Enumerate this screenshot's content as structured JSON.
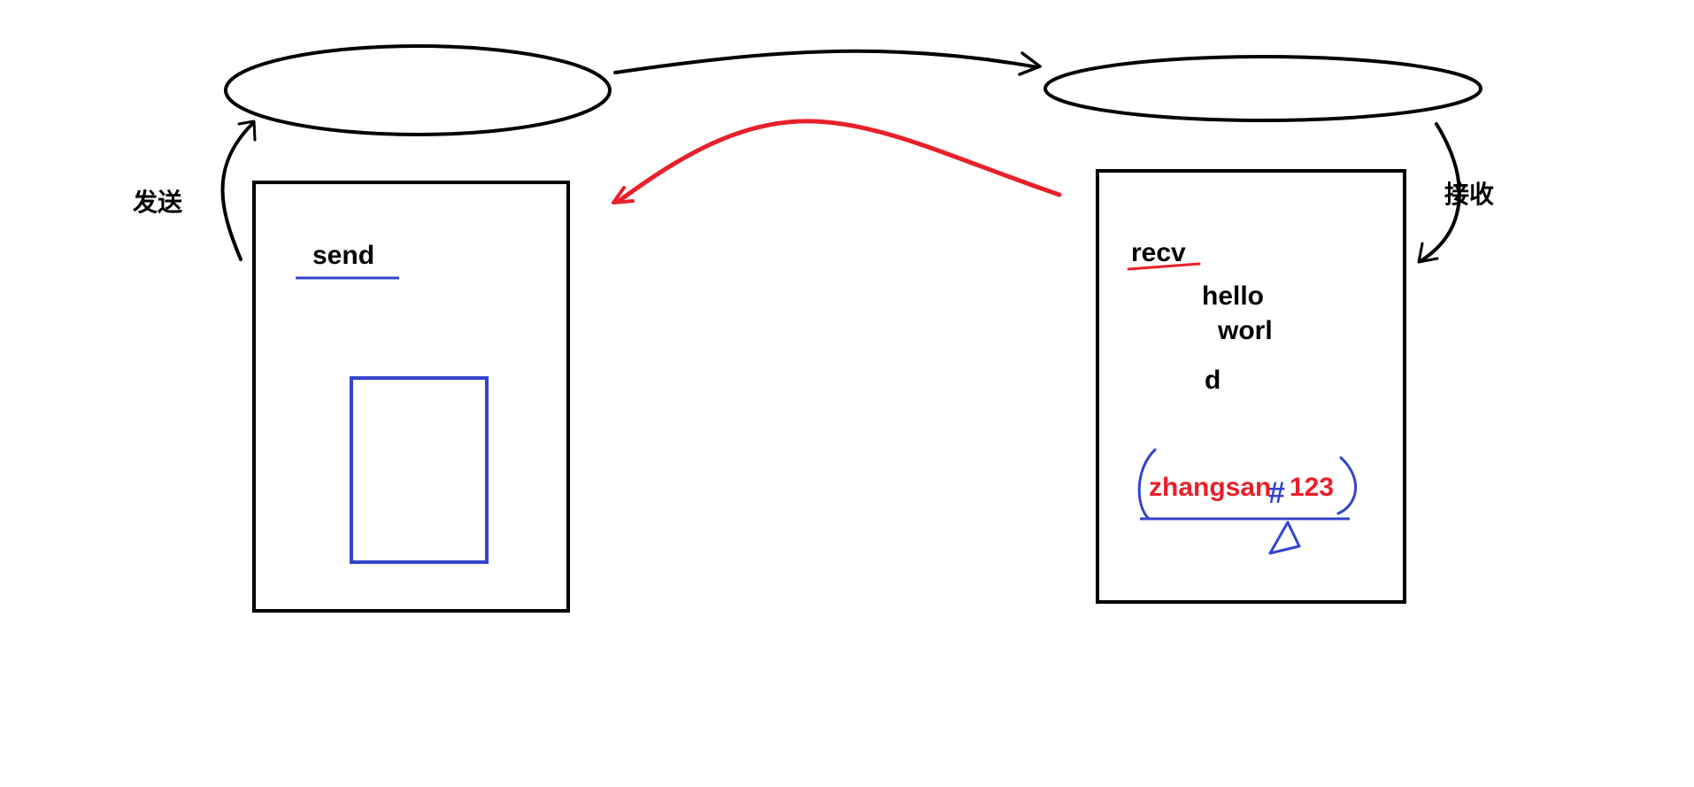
{
  "labels": {
    "send_side": "发送",
    "recv_side": "接收",
    "send_call": "send",
    "recv_call": "recv",
    "recv_text_line1": "hello",
    "recv_text_line2": "worl",
    "recv_text_line3": "d",
    "packet": "zhangsan",
    "packet_separator": "#",
    "packet_tail": "123"
  },
  "colors": {
    "ink": "#000000",
    "red": "#e8202a",
    "blue": "#3344cc"
  }
}
